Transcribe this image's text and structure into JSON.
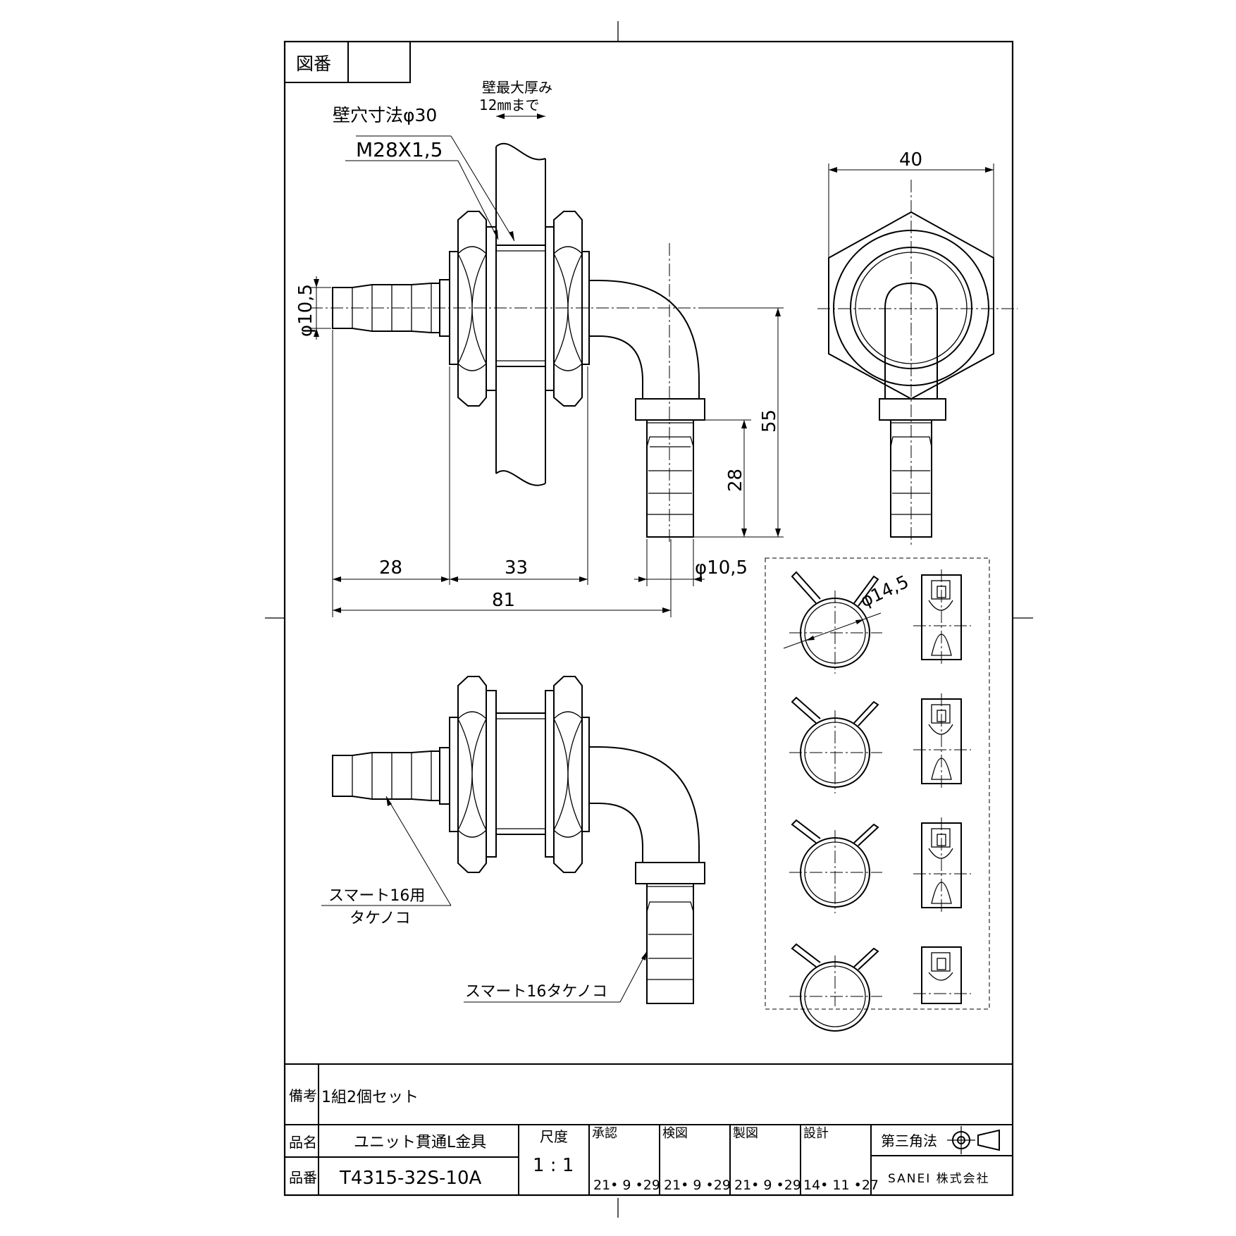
{
  "drawing_number": {
    "label": "図番",
    "value": ""
  },
  "annotations": {
    "wall_thickness_line1": "壁最大厚み",
    "wall_thickness_line2": "12㎜まで",
    "wall_hole": "壁穴寸法φ30",
    "thread": "M28X1,5",
    "hose_barb_label_line1": "スマート16用",
    "hose_barb_label_line2": "タケノコ",
    "elbow_barb_label": "スマート16タケノコ"
  },
  "dimensions": {
    "barb_dia_left": "φ10,5",
    "barb_dia_bottom": "φ10,5",
    "len_28": "28",
    "len_33": "33",
    "len_81": "81",
    "height_55": "55",
    "height_28": "28",
    "width_40": "40",
    "clamp_dia": "φ14,5"
  },
  "title_block": {
    "remarks_label": "備考",
    "remarks_value": "1組2個セット",
    "name_label": "品名",
    "name_value": "ユニット貫通L金具",
    "part_label": "品番",
    "part_value": "T4315-32S-10A",
    "scale_label": "尺度",
    "scale_value": "1 : 1",
    "approve_label": "承認",
    "approve_date": "21• 9 •29",
    "check_label": "検図",
    "check_date": "21• 9 •29",
    "draw_label": "製図",
    "draw_date": "21• 9 •29",
    "design_label": "設計",
    "design_date": "14• 11 •27",
    "projection_label": "第三角法",
    "company": "SANEI 株式会社"
  }
}
